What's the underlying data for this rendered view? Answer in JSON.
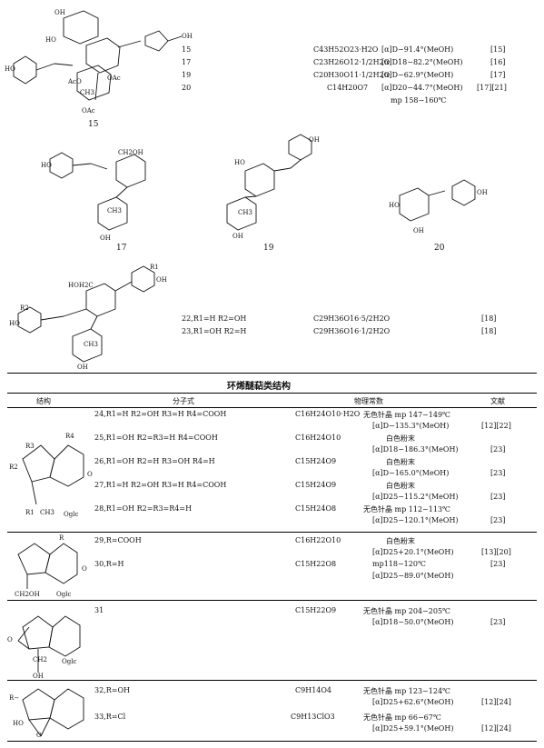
{
  "top": {
    "rows": [
      {
        "num": "15",
        "formula": "C43H52O23·H2O",
        "rot": "[α]D−91.4°(MeOH)",
        "ref": "[15]"
      },
      {
        "num": "17",
        "formula": "C23H26O12·1/2H2O",
        "rot": "[α]D18−82.2°(MeOH)",
        "ref": "[16]"
      },
      {
        "num": "19",
        "formula": "C20H30O11·1/2H2O",
        "rot": "[α]D−62.9°(MeOH)",
        "ref": "[17]"
      },
      {
        "num": "20",
        "formula": "C14H20O7",
        "rot": "[α]D20−44.7°(MeOH)",
        "ref": "[17][21]"
      }
    ],
    "mp": "mp 158−160℃",
    "labels": {
      "s15": "15",
      "s17": "17",
      "s19": "19",
      "s20": "20"
    }
  },
  "mid": {
    "rows": [
      {
        "text": "22,R1=H  R2=OH",
        "formula": "C29H36O16·5/2H2O",
        "ref": "[18]"
      },
      {
        "text": "23,R1=OH  R2=H",
        "formula": "C29H36O16·1/2H2O",
        "ref": "[18]"
      }
    ],
    "R1": "R1",
    "R2": "R2"
  },
  "table": {
    "title": "环烯醚萜类结构",
    "headers": {
      "structure": "结构",
      "formula": "分子式",
      "props": "物理常数",
      "ref": "文献"
    },
    "rows": [
      {
        "sub": "24,R1=H  R2=OH  R3=H  R4=COOH",
        "formula": "C16H24O10·H2O",
        "p1": "无色针晶 mp 147−149℃",
        "p2": "[α]D−135.3°(MeOH)",
        "ref": "[12][22]"
      },
      {
        "sub": "25,R1=OH  R2=R3=H  R4=COOH",
        "formula": "C16H24O10",
        "p1": "白色粉末",
        "p2": "[α]D18−186.3°(MeOH)",
        "ref": "[23]"
      },
      {
        "sub": "26,R1=OH  R2=H  R3=OH  R4=H",
        "formula": "C15H24O9",
        "p1": "白色粉末",
        "p2": "[α]D−165.0°(MeOH)",
        "ref": "[23]"
      },
      {
        "sub": "27,R1=H  R2=OH  R3=H  R4=COOH",
        "formula": "C15H24O9",
        "p1": "白色粉末",
        "p2": "[α]D25−115.2°(MeOH)",
        "ref": "[23]"
      },
      {
        "sub": "28,R1=OH  R2=R3=R4=H",
        "formula": "C15H24O8",
        "p1": "无色针晶 mp 112−113℃",
        "p2": "[α]D25−120.1°(MeOH)",
        "ref": "[23]"
      },
      {
        "sub": "29,R=COOH",
        "formula": "C16H22O10",
        "p1": "白色粉末",
        "p2": "[α]D25+20.1°(MeOH)",
        "ref": "[13][20]"
      },
      {
        "sub": "30,R=H",
        "formula": "C15H22O8",
        "p1": "mp118−120℃",
        "p2": "[α]D25−89.0°(MeOH)",
        "ref": "[23]"
      },
      {
        "sub": "31",
        "formula": "C15H22O9",
        "p1": "无色针晶 mp 204−205℃",
        "p2": "[α]D18−50.0°(MeOH)",
        "ref": "[23]"
      },
      {
        "sub": "32,R=OH",
        "formula": "C9H14O4",
        "p1": "无色针晶 mp 123−124℃",
        "p2": "[α]D25+62.6°(MeOH)",
        "ref": "[12][24]"
      },
      {
        "sub": "33,R=Cl",
        "formula": "C9H13ClO3",
        "p1": "无色针晶 mp 66−67℃",
        "p2": "[α]D25+59.1°(MeOH)",
        "ref": "[12][24]"
      }
    ]
  },
  "struct_labels": {
    "R1": "R1",
    "R2": "R2",
    "R3": "R3",
    "R4": "R4",
    "CH3": "CH3",
    "Oglc": "Oglc",
    "O": "O",
    "R": "R",
    "CH2OH": "CH2OH",
    "CH2": "CH2",
    "OH": "OH",
    "HO": "HO",
    "Rminus": "R−",
    "OAc": "OAc",
    "AcO": "AcO",
    "HOH2C": "HOH2C",
    "CH2OH_top": "CH2OH"
  }
}
